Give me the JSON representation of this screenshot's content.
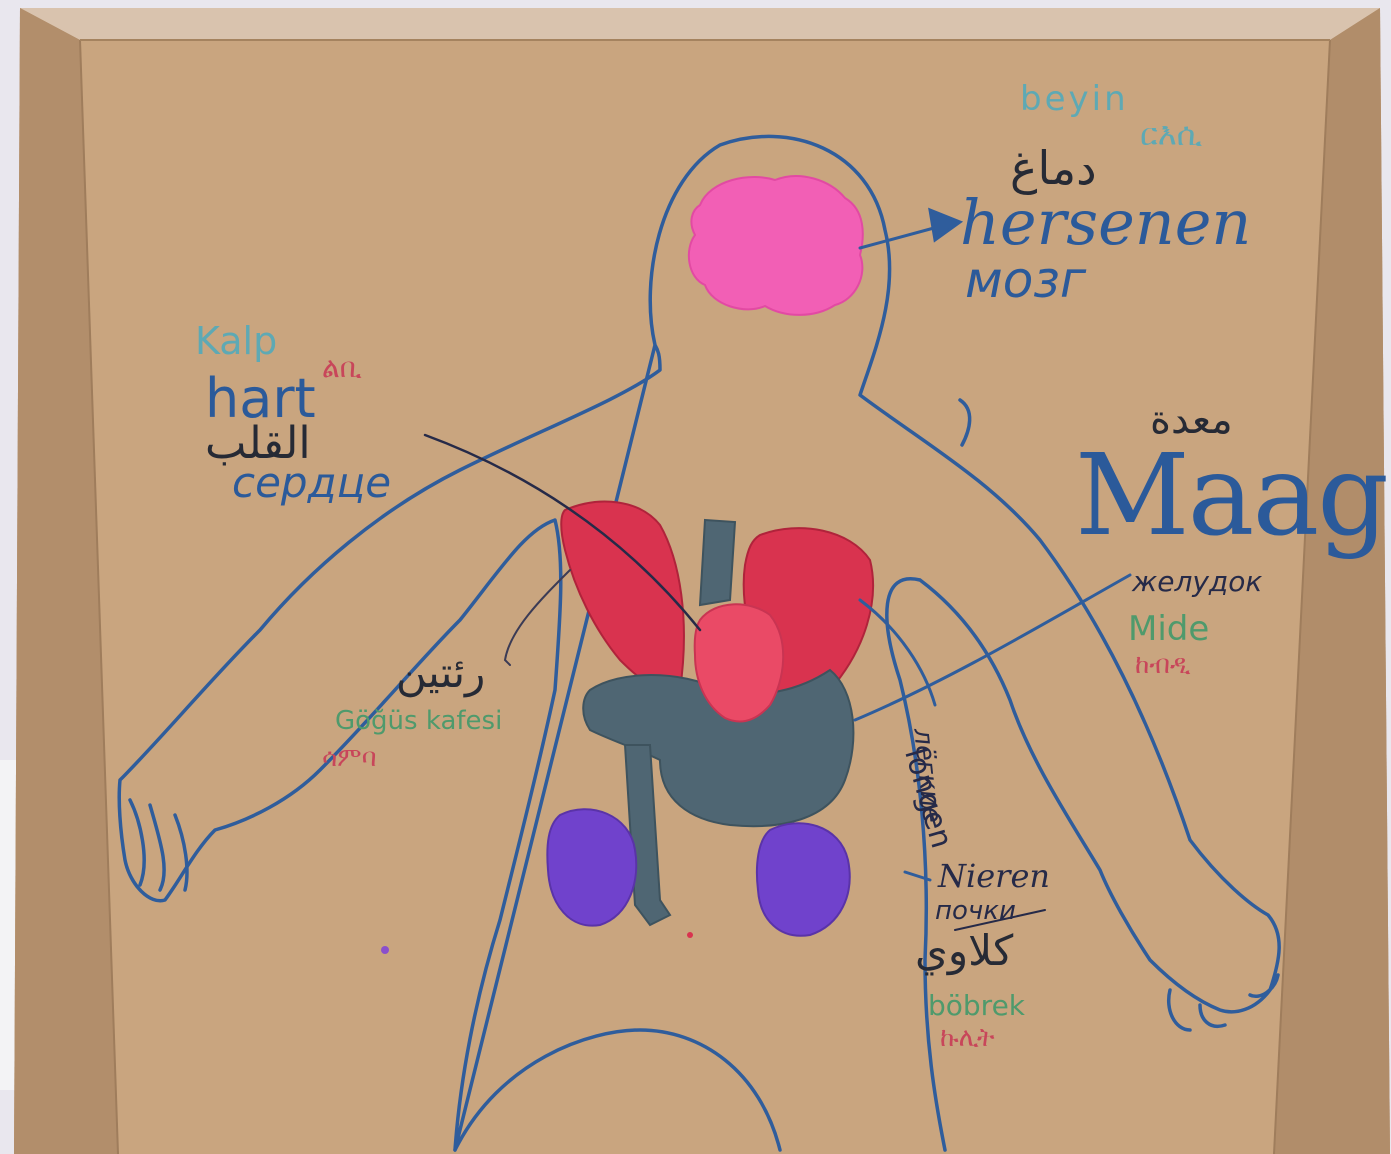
{
  "colors": {
    "cardboard": "#c8a37f",
    "outline": "#2f5d9c",
    "brain": "#f25fb5",
    "lungs": "#d9334f",
    "heart": "#ea4a66",
    "stomach": "#4f6673",
    "kidneys": "#7042cc",
    "teal_text": "#5ea9b4",
    "green_text": "#4f9a6c",
    "red_text": "#c8465a",
    "dark_text": "#262a35",
    "blue_text": "#2b5a9a"
  },
  "labels": {
    "brain": {
      "turkish": "beyin",
      "tigrinya": "ርእሲ",
      "arabic": "دماغ",
      "dutch": "hersenen",
      "russian": "мозг"
    },
    "heart": {
      "turkish": "Kalp",
      "tigrinya": "ልቢ",
      "dutch": "hart",
      "arabic": "القلب",
      "russian": "сердце"
    },
    "stomach": {
      "arabic": "معدة",
      "dutch": "Maag",
      "russian": "желудок",
      "turkish": "Mide",
      "tigrinya": "ከብዲ"
    },
    "lungs": {
      "arabic": "رئتين",
      "turkish": "Göğüs kafesi",
      "tigrinya": "ሳምባ",
      "dutch": "longen",
      "russian": "лёгкие"
    },
    "kidneys": {
      "german": "Nieren",
      "russian": "почки",
      "arabic": "كلاوي",
      "turkish": "böbrek",
      "tigrinya": "ኩሊት"
    }
  }
}
